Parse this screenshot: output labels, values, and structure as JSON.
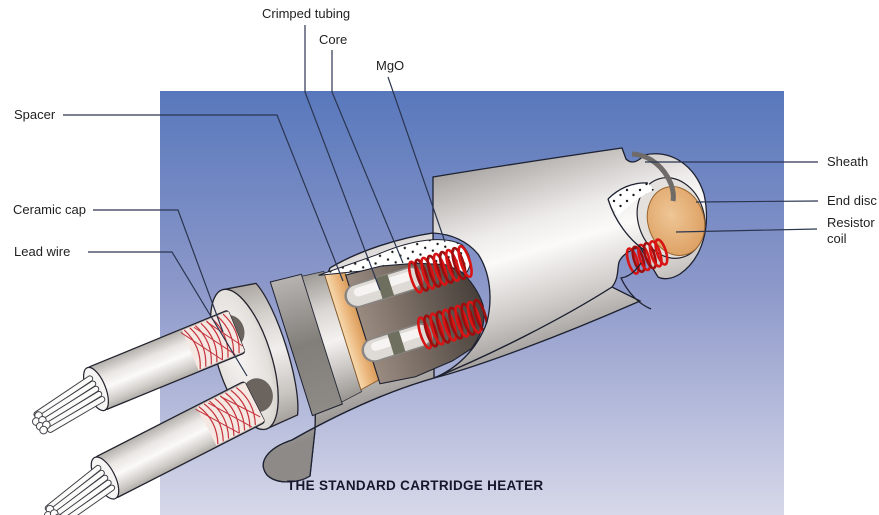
{
  "diagram": {
    "title": "THE STANDARD CARTRIDGE HEATER",
    "labels": {
      "crimped_tubing": "Crimped tubing",
      "core": "Core",
      "mgo": "MgO",
      "spacer": "Spacer",
      "ceramic_cap": "Ceramic cap",
      "lead_wire": "Lead wire",
      "sheath": "Sheath",
      "end_disc": "End disc",
      "resistor_coil": "Resistor coil"
    },
    "colors": {
      "panel_top": "#5878bc",
      "panel_bottom": "#d7d8e9",
      "coil_red": "#d81414",
      "spacer_tan": "#ecb87f",
      "end_disc_tan": "#dfa468",
      "metal_light": "#f5f3f1",
      "metal_dark": "#8a8683",
      "leader_line": "#2b3550",
      "label_text": "#1f1f1f",
      "title_text": "#16162c"
    }
  }
}
